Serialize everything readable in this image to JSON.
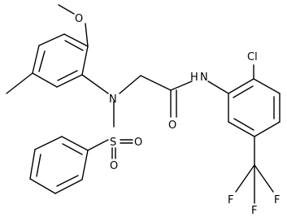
{
  "atoms": {
    "methoxy_O": "O",
    "amine_N": "N",
    "amide_NH": "N",
    "amide_H": "H",
    "chloro": "Cl",
    "carbonyl_O": "O",
    "sulfonyl_S": "S",
    "sulfonyl_O1": "O",
    "sulfonyl_O2": "O",
    "fluoro_1": "F",
    "fluoro_2": "F",
    "fluoro_3": "F"
  },
  "colors": {
    "bond": "#000000",
    "label": "#000000",
    "background": "#ffffff"
  }
}
